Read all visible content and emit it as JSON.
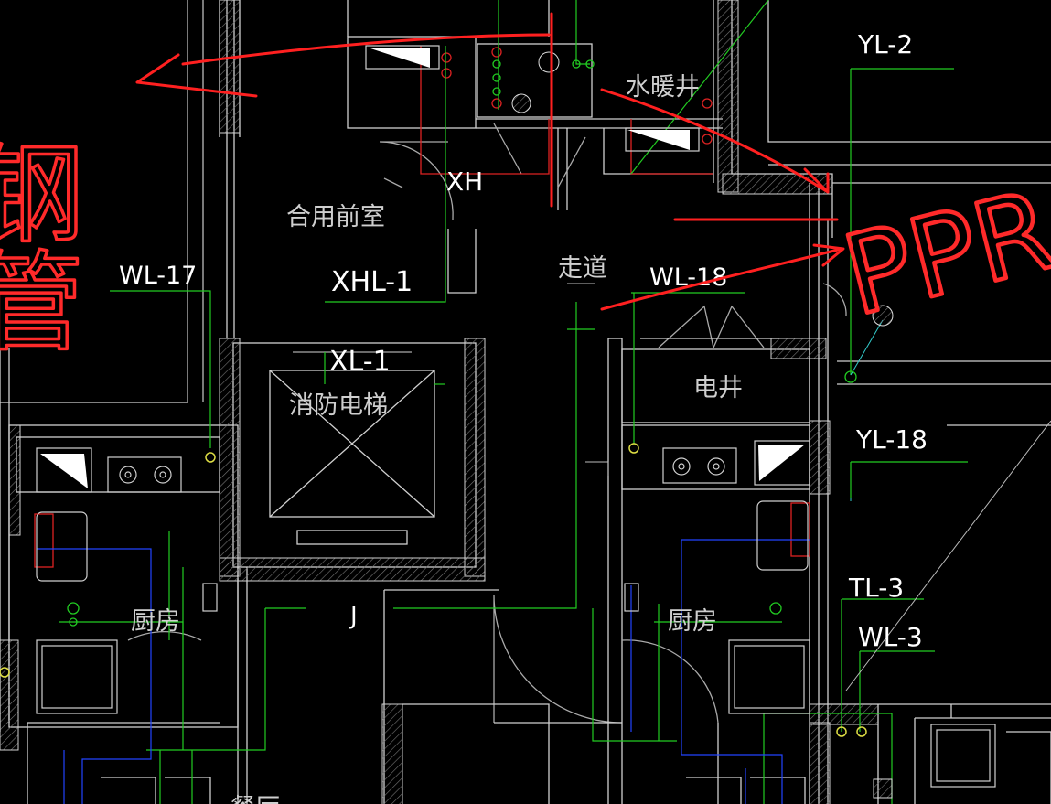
{
  "colors": {
    "background": "#000000",
    "wall": "#d9d9d9",
    "hatch": "#7f7f7f",
    "pipe_green": "#22cc22",
    "pipe_blue": "#2244ff",
    "pipe_cyan": "#33cccc",
    "marker_red": "#ff2020",
    "equipment_red": "#dd2222",
    "label": "#cfcfcf"
  },
  "room_labels": {
    "front_room": "合用前室",
    "hvac_shaft": "水暖井",
    "corridor": "走道",
    "fire_elevator": "消防电梯",
    "electrical_shaft": "电井",
    "kitchen_left": "厨房",
    "kitchen_right": "厨房",
    "dining_partial": "餐厅"
  },
  "pipe_labels": {
    "yl2": "YL-2",
    "xh": "XH",
    "wl17": "WL-17",
    "xhl1": "XHL-1",
    "wl18": "WL-18",
    "xl1": "XL-1",
    "yl18": "YL-18",
    "tl3": "TL-3",
    "wl3": "WL-3",
    "j": "J"
  },
  "handwritten_annotations": {
    "left_note": "钢管",
    "right_note": "PPR"
  }
}
